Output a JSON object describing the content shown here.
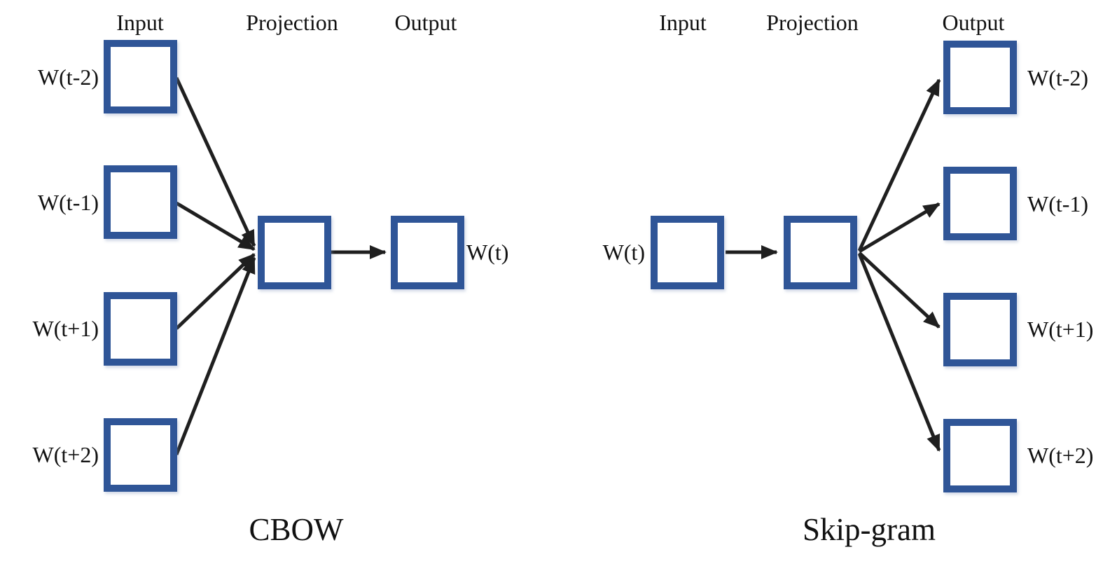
{
  "colors": {
    "background": "#ffffff",
    "box_border": "#2F5597",
    "arrow": "#1f1f1f",
    "text": "#111111"
  },
  "cbow": {
    "title": "CBOW",
    "headers": {
      "input": "Input",
      "projection": "Projection",
      "output": "Output"
    },
    "input_labels": [
      "W(t-2)",
      "W(t-1)",
      "W(t+1)",
      "W(t+2)"
    ],
    "output_label": "W(t)"
  },
  "skipgram": {
    "title": "Skip-gram",
    "headers": {
      "input": "Input",
      "projection": "Projection",
      "output": "Output"
    },
    "input_label": "W(t)",
    "output_labels": [
      "W(t-2)",
      "W(t-1)",
      "W(t+1)",
      "W(t+2)"
    ]
  }
}
